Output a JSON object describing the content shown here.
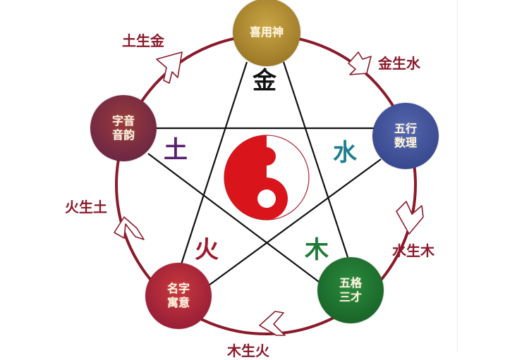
{
  "diagram": {
    "type": "five-elements-cycle",
    "colors": {
      "ring": "#8b1a2a",
      "star_lines": "#111111",
      "yin_yang": "#d9151b",
      "relation_text": "#8b1a2a"
    },
    "nodes": [
      {
        "id": "top",
        "line1": "喜用神",
        "line2": "",
        "color": "#a8842a"
      },
      {
        "id": "right",
        "line1": "五行",
        "line2": "数理",
        "color": "#3d4e96"
      },
      {
        "id": "bottom-right",
        "line1": "五格",
        "line2": "三才",
        "color": "#1b6b2c"
      },
      {
        "id": "bottom-left",
        "line1": "名字",
        "line2": "寓意",
        "color": "#a3203a"
      },
      {
        "id": "left",
        "line1": "字音",
        "line2": "音韵",
        "color": "#7a2a3c"
      }
    ],
    "elements": [
      {
        "char": "金",
        "color": "#111111"
      },
      {
        "char": "水",
        "color": "#1f7f8f"
      },
      {
        "char": "木",
        "color": "#1e7a35"
      },
      {
        "char": "火",
        "color": "#9b1c2c"
      },
      {
        "char": "土",
        "color": "#5a1f6e"
      }
    ],
    "relations": [
      {
        "text": "土生金"
      },
      {
        "text": "金生水"
      },
      {
        "text": "水生木"
      },
      {
        "text": "木生火"
      },
      {
        "text": "火生土"
      }
    ],
    "center_symbol": "yin-yang"
  }
}
